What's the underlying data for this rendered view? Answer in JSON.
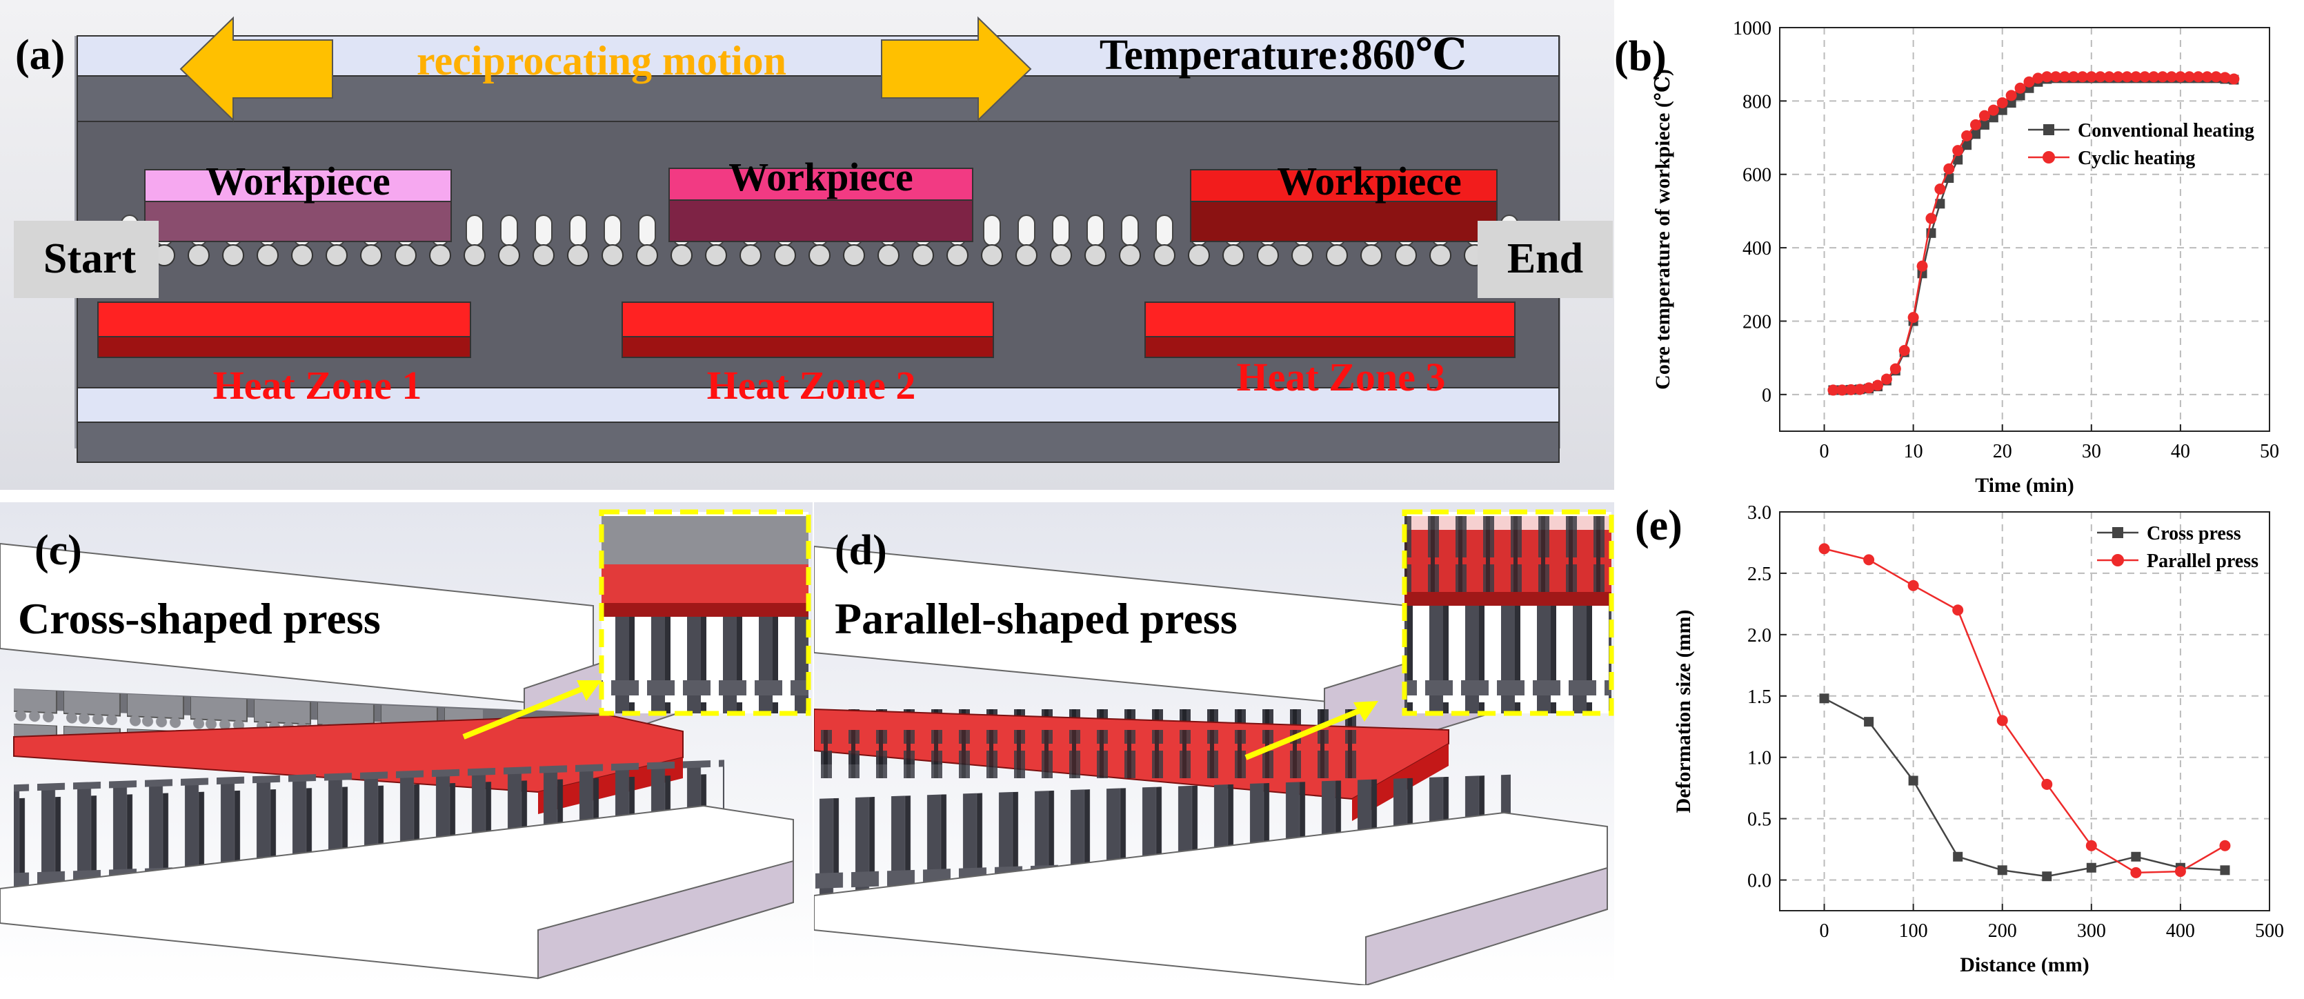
{
  "panel_a": {
    "label": "(a)",
    "motion_text": "reciprocating  motion",
    "temperature_text": "Temperature:860℃",
    "start_label": "Start",
    "end_label": "End",
    "workpieces": [
      "Workpiece",
      "Workpiece",
      "Workpiece"
    ],
    "heat_zones": [
      "Heat Zone 1",
      "Heat Zone 2",
      "Heat Zone 3"
    ],
    "colors": {
      "arrow": "#ffc000",
      "heat_zone": "#ff2020",
      "motion_text": "#ffb000",
      "heat_text": "#ff1010"
    }
  },
  "panel_c": {
    "label": "(c)",
    "title": "Cross-shaped press"
  },
  "panel_d": {
    "label": "(d)",
    "title": "Parallel-shaped press"
  },
  "panel_b": {
    "label": "(b)"
  },
  "panel_e": {
    "label": "(e)"
  },
  "chart_data": [
    {
      "type": "line",
      "xlabel": "Time (min)",
      "ylabel": "Core temperature of workpiece (℃)",
      "xlim": [
        -5,
        50
      ],
      "ylim": [
        -100,
        1000
      ],
      "xticks": [
        0,
        10,
        20,
        30,
        40,
        50
      ],
      "yticks": [
        0,
        200,
        400,
        600,
        800,
        1000
      ],
      "grid": true,
      "legend_position": "top-right",
      "series": [
        {
          "name": "Conventional heating",
          "color": "#444444",
          "marker": "square",
          "x": [
            1,
            2,
            3,
            4,
            5,
            6,
            7,
            8,
            9,
            10,
            11,
            12,
            13,
            14,
            15,
            16,
            17,
            18,
            19,
            20,
            21,
            22,
            23,
            24,
            25,
            26,
            27,
            28,
            29,
            30,
            31,
            32,
            33,
            34,
            35,
            36,
            37,
            38,
            39,
            40,
            41,
            42,
            43,
            44,
            45,
            46
          ],
          "y": [
            12,
            12,
            13,
            14,
            16,
            22,
            38,
            65,
            115,
            200,
            330,
            440,
            520,
            590,
            640,
            680,
            710,
            735,
            755,
            775,
            795,
            815,
            835,
            852,
            860,
            862,
            862,
            862,
            862,
            862,
            862,
            862,
            862,
            862,
            862,
            862,
            862,
            862,
            862,
            862,
            862,
            862,
            862,
            862,
            860,
            858
          ]
        },
        {
          "name": "Cyclic heating",
          "color": "#ee2a2a",
          "marker": "circle",
          "x": [
            1,
            2,
            3,
            4,
            5,
            6,
            7,
            8,
            9,
            10,
            11,
            12,
            13,
            14,
            15,
            16,
            17,
            18,
            19,
            20,
            21,
            22,
            23,
            24,
            25,
            26,
            27,
            28,
            29,
            30,
            31,
            32,
            33,
            34,
            35,
            36,
            37,
            38,
            39,
            40,
            41,
            42,
            43,
            44,
            45,
            46
          ],
          "y": [
            12,
            12,
            13,
            14,
            18,
            25,
            42,
            70,
            120,
            210,
            350,
            480,
            560,
            615,
            665,
            705,
            735,
            760,
            775,
            795,
            815,
            835,
            852,
            862,
            866,
            866,
            866,
            866,
            866,
            866,
            866,
            866,
            866,
            866,
            866,
            866,
            866,
            866,
            866,
            866,
            866,
            866,
            866,
            866,
            864,
            860
          ]
        }
      ]
    },
    {
      "type": "line",
      "xlabel": "Distance (mm)",
      "ylabel": "Deformation size (mm)",
      "xlim": [
        -50,
        500
      ],
      "ylim": [
        -0.25,
        3.0
      ],
      "xticks": [
        0,
        100,
        200,
        300,
        400,
        500
      ],
      "yticks": [
        0.0,
        0.5,
        1.0,
        1.5,
        2.0,
        2.5,
        3.0
      ],
      "grid": true,
      "legend_position": "top-right",
      "series": [
        {
          "name": "Cross press",
          "color": "#444444",
          "marker": "square",
          "x": [
            0,
            50,
            100,
            150,
            200,
            250,
            300,
            350,
            400,
            450
          ],
          "y": [
            1.48,
            1.29,
            0.81,
            0.19,
            0.08,
            0.03,
            0.1,
            0.19,
            0.1,
            0.08
          ]
        },
        {
          "name": "Parallel press",
          "color": "#ee2a2a",
          "marker": "circle",
          "x": [
            0,
            50,
            100,
            150,
            200,
            250,
            300,
            350,
            400,
            450
          ],
          "y": [
            2.7,
            2.61,
            2.4,
            2.2,
            1.3,
            0.78,
            0.28,
            0.06,
            0.07,
            0.28
          ]
        }
      ]
    }
  ]
}
